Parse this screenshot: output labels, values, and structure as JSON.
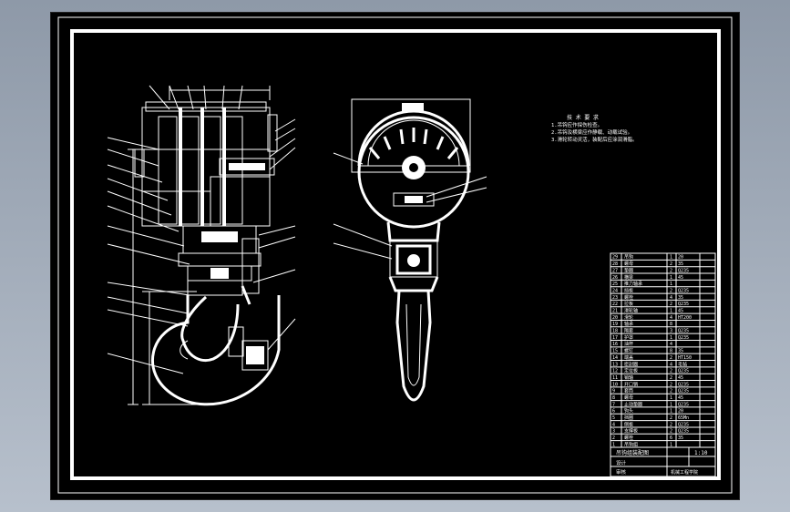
{
  "drawing": {
    "tech_requirements": {
      "heading": "技 术 要 求",
      "lines": [
        "1.吊钩应作探伤检查。",
        "2.吊钩及横梁应作静载、动载试验。",
        "3.滑轮转动灵活，装配后应涂润滑脂。"
      ]
    },
    "bom_rows": [
      {
        "no": "29",
        "name": "吊钩",
        "qty": "1",
        "mat": "20"
      },
      {
        "no": "28",
        "name": "螺母",
        "qty": "2",
        "mat": "35"
      },
      {
        "no": "27",
        "name": "垫圈",
        "qty": "2",
        "mat": "Q235"
      },
      {
        "no": "26",
        "name": "横梁",
        "qty": "1",
        "mat": "45"
      },
      {
        "no": "25",
        "name": "推力轴承",
        "qty": "1",
        "mat": ""
      },
      {
        "no": "24",
        "name": "挡板",
        "qty": "2",
        "mat": "Q235"
      },
      {
        "no": "23",
        "name": "螺栓",
        "qty": "4",
        "mat": "35"
      },
      {
        "no": "22",
        "name": "拉板",
        "qty": "2",
        "mat": "Q235"
      },
      {
        "no": "21",
        "name": "滑轮轴",
        "qty": "1",
        "mat": "45"
      },
      {
        "no": "20",
        "name": "滑轮",
        "qty": "4",
        "mat": "HT200"
      },
      {
        "no": "19",
        "name": "轴承",
        "qty": "8",
        "mat": ""
      },
      {
        "no": "18",
        "name": "隔套",
        "qty": "3",
        "mat": "Q235"
      },
      {
        "no": "17",
        "name": "护罩",
        "qty": "1",
        "mat": "Q235"
      },
      {
        "no": "16",
        "name": "油杯",
        "qty": "4",
        "mat": ""
      },
      {
        "no": "15",
        "name": "螺钉",
        "qty": "8",
        "mat": "35"
      },
      {
        "no": "14",
        "name": "端盖",
        "qty": "2",
        "mat": "HT150"
      },
      {
        "no": "13",
        "name": "密封圈",
        "qty": "4",
        "mat": "毛毡"
      },
      {
        "no": "12",
        "name": "定位板",
        "qty": "2",
        "mat": "Q235"
      },
      {
        "no": "11",
        "name": "销轴",
        "qty": "2",
        "mat": "45"
      },
      {
        "no": "10",
        "name": "开口销",
        "qty": "2",
        "mat": "Q235"
      },
      {
        "no": "9",
        "name": "套筒",
        "qty": "2",
        "mat": "Q235"
      },
      {
        "no": "8",
        "name": "螺母",
        "qty": "1",
        "mat": "45"
      },
      {
        "no": "7",
        "name": "止动垫圈",
        "qty": "1",
        "mat": "Q235"
      },
      {
        "no": "6",
        "name": "钩头",
        "qty": "1",
        "mat": "20"
      },
      {
        "no": "5",
        "name": "挡圈",
        "qty": "2",
        "mat": "65Mn"
      },
      {
        "no": "4",
        "name": "侧板",
        "qty": "2",
        "mat": "Q235"
      },
      {
        "no": "3",
        "name": "支撑板",
        "qty": "2",
        "mat": "Q235"
      },
      {
        "no": "2",
        "name": "螺栓",
        "qty": "6",
        "mat": "35"
      },
      {
        "no": "1",
        "name": "吊钩组",
        "qty": "1",
        "mat": ""
      }
    ],
    "title_block": {
      "title": "吊钩组装配图",
      "scale": "1:10",
      "designer": "设计",
      "checker": "审核",
      "org": "机械工程学院"
    }
  }
}
